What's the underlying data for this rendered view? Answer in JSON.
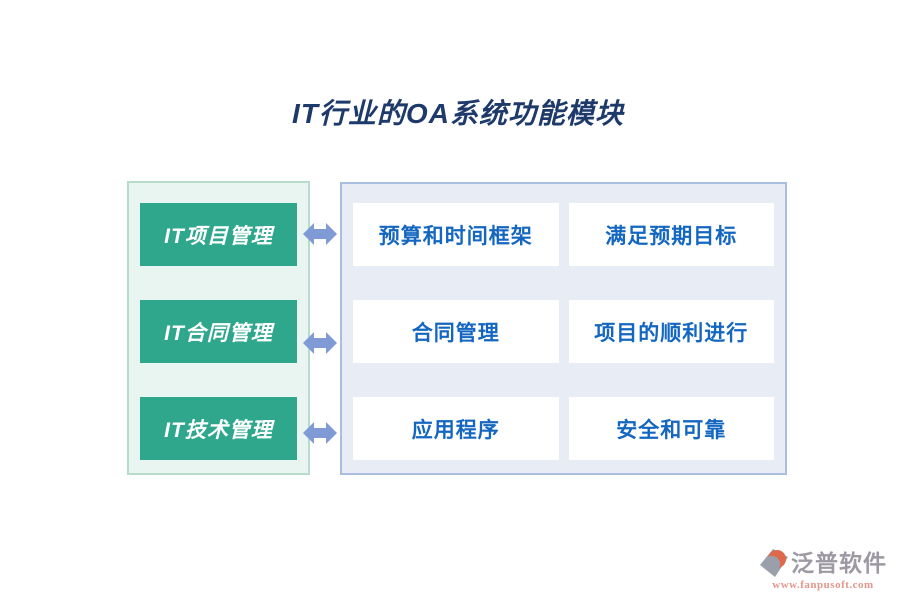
{
  "title": "IT行业的OA系统功能模块",
  "diagram": {
    "modules": [
      "IT项目管理",
      "IT合同管理",
      "IT技术管理"
    ],
    "features": [
      [
        "预算和时间框架",
        "满足预期目标"
      ],
      [
        "合同管理",
        "项目的顺利进行"
      ],
      [
        "应用程序",
        "安全和可靠"
      ]
    ]
  },
  "watermark": {
    "brand": "泛普软件",
    "url": "www.fanpusoft.com"
  },
  "colors": {
    "module_green": "#2fa78c",
    "left_panel_bg": "#e9f5f0",
    "left_panel_border": "#b7dcca",
    "right_panel_bg": "#e7ecf5",
    "right_panel_border": "#a9bdde",
    "feature_text_blue": "#1467c0",
    "arrow_blue": "#7f9ad5",
    "title_navy": "#1d3a6b",
    "watermark_gray": "#9d98a2",
    "watermark_salmon": "#e2968b",
    "watermark_crescent": "#dd6a4c"
  }
}
